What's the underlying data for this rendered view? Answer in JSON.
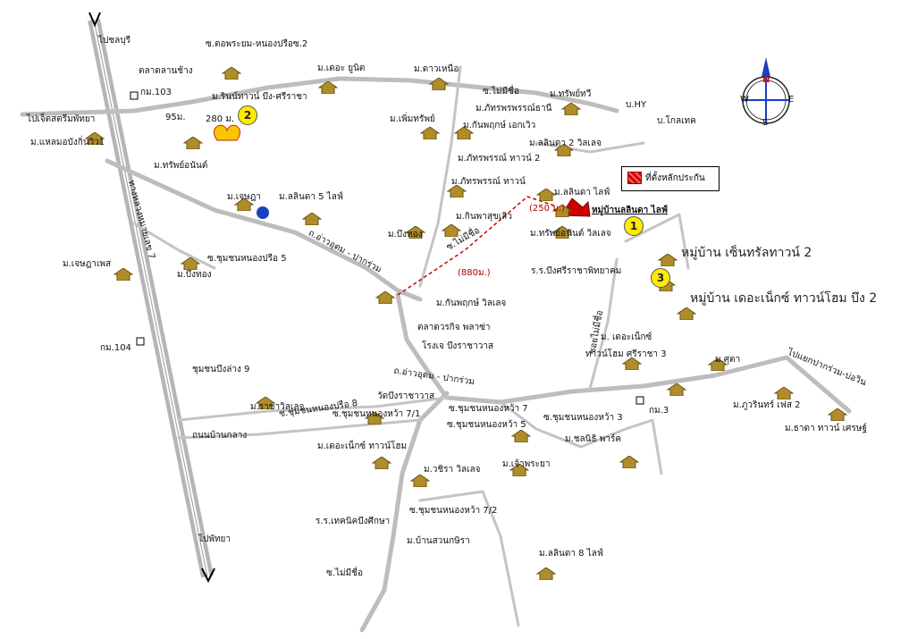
{
  "compass": {
    "n": "N",
    "s": "S",
    "e": "E",
    "w": "W"
  },
  "legend": {
    "label": "ที่ตั้งหลักประกัน"
  },
  "markers": {
    "one": "1",
    "two": "2",
    "three": "3"
  },
  "distances": {
    "d95": "95ม.",
    "d280": "280 ม.",
    "d250": "(250 ม.)",
    "d880": "(880ม.)"
  },
  "labels": {
    "to_chonburi": "ไปชลบุรี",
    "to_pattaya": "ไปพัทยา",
    "to_jet_stream": "ไปเจ็ตสตรีมพัทยา",
    "km103": "กม.103",
    "km104": "กม.104",
    "km3": "กม.3",
    "talad_khan_chang": "ตลาดลานช้าง",
    "s_tai_phrabom": "ซ.ตอพระยม-หนองปรือซ.2",
    "m_rin_town": "ม.รินน์ทาวน์ บึง-ศรีราชา",
    "m_kaewmongkol": "ม.แหลมอบังกิ่นวิว1",
    "m_sap_anan": "ม.ทรัพย์อนันต์",
    "m_the_unnet": "ม.เดอะ ยูนิต",
    "m_dao_nuea": "ม.ดาวเหนือ",
    "s_mai_mi_chue_top": "ซ.ไม่มีชื่อ",
    "m_sap_thawi": "ม.ทรัพย์ทวี",
    "b_hy": "บ.HY",
    "b_kolatek": "บ.โกลเทค",
    "m_phatharaporn_thani": "ม.ภัทรพรพรรณ์ธานี",
    "m_kanphrag_ekwiu": "ม.กันพฤกษ์ เอกเวิว",
    "m_nemsap": "ม.เพิ่มทรัพย์",
    "m_lalinda2": "ม.ลลินดา 2 วิลเลจ",
    "m_phatthanarat_town2": "ม.ภัทรพรรณ์ ทาวน์ 2",
    "m_phatthanarat_town": "ม.ภัทรพรรณ์ ทาวน์",
    "m_lalinda_life": "ม.ลลินดา ไลฟ์",
    "m_lalinda5": "ม.ลลินดา 5 ไลฟ์",
    "m_jet_sut": "ม.เจษฎา",
    "m_bueng_thong_center": "ม.บึงทอง",
    "m_kinpha_suk": "ม.กินพาสุขเสิว",
    "village_main": "หมู่บ้านลลินดา ไลฟ์",
    "m_sap_anan_village": "ม.ทรัพย์อนันต์ วิลเลจ",
    "m_central_town2": "หมู่บ้าน เซ็นทรัลทาวน์ 2",
    "s_chumchon_5": "ซ.ชุมชนหนองปรือ 5",
    "m_jet_sura": "ม.เจษฎาเพส",
    "m_bueng_thong": "ม.บึงทอง",
    "rd_uttaphum1": "ถ.อ่าวอุดม - ปากร่วม",
    "s_mai_mi_chue_mid": "ซ.ไม่มีชื่อ",
    "m_kanphruek_village": "ม.กันพฤกษ์ วิลเลจ",
    "sch_bueng_sriracha": "ร.ร.บึงศรีราชาพิทยาคม",
    "m_the_next_home2": "หมู่บ้าน เดอะเน็กซ์ ทาวน์โฮม บึง 2",
    "market_pla": "ตลาดวรกิจ พลาซ่า",
    "shrine": "โรงเจ บึงราชาวาส",
    "soi_mai_mi_chue": "ซอยไม่มีชื่อ",
    "m_the_next": "ม. เดอะเน็กซ์",
    "m_the_next_home3": "ทาวน์โฮม ศรีราชา 3",
    "m_sukta": "ม.ศุตา",
    "to_pakruam": "ไปแยกปากร่วม-บ่อวิน",
    "s_chumchon_9": "ชุมชนบึงล่าง 9",
    "rd_uttaphum2": "ถ.อ่าวอุดม - ปากร่วม",
    "m_rachaburi": "ม.ราชาวิลเลจ",
    "s_chumchon_8": "ซ.ชุมชนหนองปรือ 8",
    "s_chumchon_7_1": "ซ.ชุมชนหนองหว้า 7/1",
    "wat": "วัดบึงราชาวาส",
    "s_chumchon_7": "ซ.ชุมชนหนองหว้า 7",
    "s_chumchon_5b": "ซ.ชุมชนหนองหว้า 5",
    "s_chumchon_3": "ซ.ชุมชนหนองหว้า 3",
    "m_phuri_ven": "ม.ภูวรินทร์ เฟส 2",
    "m_thada": "ม.ธาดา ทาวน์ เศรษฐ์",
    "rd_ban_kalang": "ถนนบ้านกลาง",
    "m_the_next_town": "ม.เดอะเน็กซ์ ทาวน์โฮม",
    "m_sakla_park": "ม.ชลนิธิ พาร์ค",
    "m_wichira": "ม.วชิรา วิลเลจ",
    "m_chao_phraya": "ม.เจ้าพระยา",
    "s_chumchon_7_2": "ซ.ชุมชนหนองหว้า 7/2",
    "sch_tech": "ร.ร.เทคนิคบึงศึกษา",
    "m_ban_suan": "ม.บ้านสวนกษิรา",
    "m_lalinda8": "ม.ลลินดา 8 ไลฟ์",
    "s_mai_mi_chue_bottom": "ซ.ไม่มีชื่อ",
    "rd_hw7": "ทางหลวงหมายเลข 7"
  }
}
